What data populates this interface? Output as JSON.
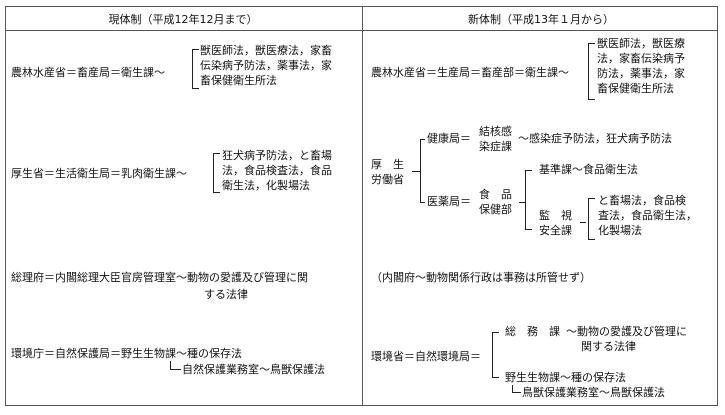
{
  "header": {
    "old": "現体制（平成12年12月まで）",
    "new": "新体制（平成13年１月から）"
  },
  "old": {
    "row1": {
      "org": "農林水産省＝畜産局＝衛生課～",
      "laws": [
        "獣医師法，獣医療法，家畜",
        "伝染病予防法，薬事法，家",
        "畜保健衛生所法"
      ]
    },
    "row2": {
      "org": "厚生省＝生活衛生局＝乳肉衛生課～",
      "laws": [
        "狂犬病予防法，と畜場",
        "法，食品検査法，食品",
        "衛生法，化製場法"
      ]
    },
    "row3": {
      "line1": "総理府＝内閣総理大臣官房管理室～動物の愛護及び管理に関",
      "line2": "する法律"
    },
    "row4": {
      "line1": "環境庁＝自然保護局＝野生生物課～種の保存法",
      "line2": "自然保護業務室～鳥獣保護法"
    }
  },
  "new": {
    "row1": {
      "org": "農林水産省＝生産局＝畜産部＝衛生課～",
      "laws": [
        "獣医師法，獣医療",
        "法，家畜伝染病予",
        "防法，薬事法，家",
        "畜保健衛生所法"
      ]
    },
    "row2": {
      "ministry": [
        "厚　生",
        "労働省"
      ],
      "health_bureau": "健康局＝",
      "health_division": [
        "結核感",
        "染症課"
      ],
      "health_laws": "～感染症予防法，狂犬病予防法",
      "pharma_bureau": "医薬局＝",
      "pharma_dept": [
        "食　品",
        "保健部"
      ],
      "standards": "基準課～食品衛生法",
      "surveillance": [
        "監　視",
        "安全課"
      ],
      "surveillance_laws": [
        "と畜場法，食品検",
        "査法，食品衛生法，",
        "化製場法"
      ]
    },
    "row3": {
      "note": "（内閣府～動物関係行政は事務は所管せず）"
    },
    "row4": {
      "org": "環境省＝自然環境局＝",
      "general_label": "総　務　課",
      "general_law1": "～動物の愛護及び管理に",
      "general_law2": "関する法律",
      "wildlife": "野生生物課～種の保存法",
      "protection": "鳥獣保護業務室～鳥獣保護法"
    }
  }
}
